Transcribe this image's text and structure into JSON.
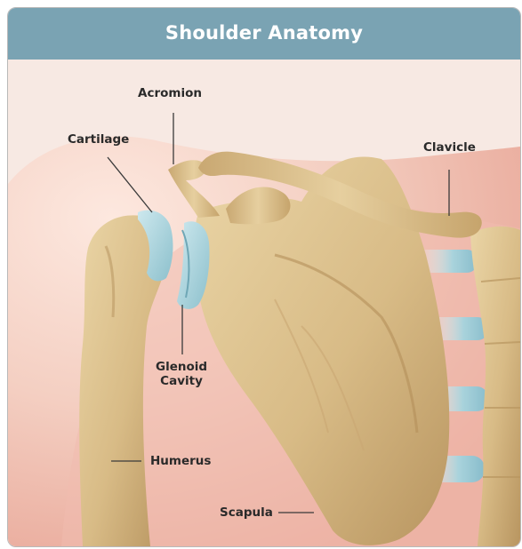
{
  "title": "Shoulder Anatomy",
  "labels": {
    "acromion": "Acromion",
    "cartilage": "Cartilage",
    "clavicle": "Clavicle",
    "glenoid": "Glenoid\nCavity",
    "humerus": "Humerus",
    "scapula": "Scapula"
  },
  "colors": {
    "header": "#7aa3b3",
    "bone": "#dcc08c",
    "cartilage": "#a9d3dc",
    "skin": "#f1c2b3"
  }
}
